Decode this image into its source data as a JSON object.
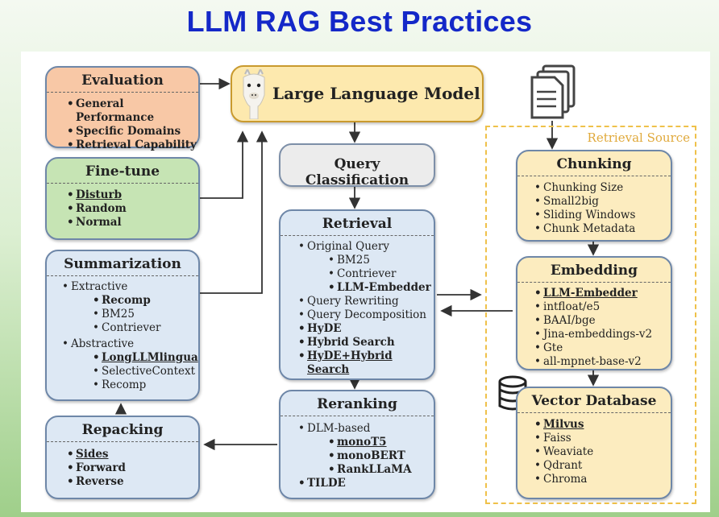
{
  "title": "LLM RAG Best Practices",
  "llm": {
    "label": "Large Language Model"
  },
  "query_classification": {
    "label": "Query Classification"
  },
  "evaluation": {
    "title": "Evaluation",
    "items": [
      "General Performance",
      "Specific Domains",
      "Retrieval Capability"
    ]
  },
  "finetune": {
    "title": "Fine-tune",
    "items": [
      "Disturb",
      "Random",
      "Normal"
    ]
  },
  "summarization": {
    "title": "Summarization",
    "extractive": {
      "label": "Extractive",
      "items": [
        "Recomp",
        "BM25",
        "Contriever"
      ]
    },
    "abstractive": {
      "label": "Abstractive",
      "items": [
        "LongLLMlingua",
        "SelectiveContext",
        "Recomp"
      ]
    }
  },
  "repacking": {
    "title": "Repacking",
    "items": [
      "Sides",
      "Forward",
      "Reverse"
    ]
  },
  "retrieval": {
    "title": "Retrieval",
    "original_query": {
      "label": "Original Query",
      "items": [
        "BM25",
        "Contriever",
        "LLM-Embedder"
      ]
    },
    "items": [
      "Query Rewriting",
      "Query Decomposition",
      "HyDE",
      "Hybrid Search",
      "HyDE+Hybrid Search"
    ]
  },
  "reranking": {
    "title": "Reranking",
    "dlm": {
      "label": "DLM-based",
      "items": [
        "monoT5",
        "monoBERT",
        "RankLLaMA"
      ]
    },
    "items": [
      "TILDE"
    ]
  },
  "retrieval_source": {
    "label": "Retrieval Source"
  },
  "chunking": {
    "title": "Chunking",
    "items": [
      "Chunking Size",
      "Small2big",
      "Sliding Windows",
      "Chunk Metadata"
    ]
  },
  "embedding": {
    "title": "Embedding",
    "items": [
      "LLM-Embedder",
      "intfloat/e5",
      "BAAI/bge",
      "Jina-embeddings-v2",
      "Gte",
      "all-mpnet-base-v2"
    ]
  },
  "vector_db": {
    "title": "Vector Database",
    "items": [
      "Milvus",
      "Faiss",
      "Weaviate",
      "Qdrant",
      "Chroma"
    ]
  },
  "colors": {
    "title_blue": "#1428c8",
    "evaluation_fill": "#f8c8a6",
    "finetune_fill": "#c6e4b4",
    "blue_fill": "#dde8f4",
    "yellow_fill": "#fcecbf",
    "link_blue": "#3d6aa8",
    "retrieval_source_border": "#efc14a"
  },
  "icons": [
    "llama-icon",
    "documents-icon",
    "database-icon"
  ]
}
